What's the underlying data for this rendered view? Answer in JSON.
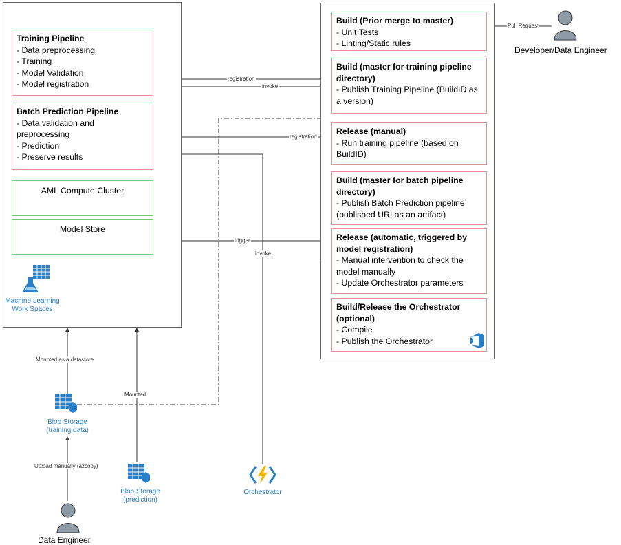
{
  "aml": {
    "training_pipeline": {
      "title": "Training Pipeline",
      "items": [
        "- Data preprocessing",
        "- Training",
        "- Model Validation",
        "- Model registration"
      ]
    },
    "batch_pipeline": {
      "title": "Batch Prediction Pipeline",
      "items": [
        "- Data validation and",
        "preprocessing",
        "- Prediction",
        "- Preserve results"
      ]
    },
    "compute_cluster": "AML Compute Cluster",
    "model_store": "Model Store",
    "workspace_label_1": "Machine Learning",
    "workspace_label_2": "Work Spaces"
  },
  "devops": {
    "build_prior": {
      "title": "Build (Prior merge to master)",
      "items": [
        "- Unit Tests",
        "- Linting/Static rules"
      ]
    },
    "build_training": {
      "title_1": "Build (master for training pipeline",
      "title_2": "directory)",
      "items": [
        "- Publish Training Pipeline (BuildID as",
        "a version)"
      ]
    },
    "release_manual": {
      "title": "Release (manual)",
      "items": [
        "- Run training pipeline (based on",
        "BuildID)"
      ]
    },
    "build_batch": {
      "title_1": "Build (master for batch pipeline",
      "title_2": "directory)",
      "items": [
        "- Publish Batch Prediction pipeline",
        "(published URI as an artifact)"
      ]
    },
    "release_auto": {
      "title_1": "Release (automatic, triggered by",
      "title_2": "model registration)",
      "items": [
        "- Manual intervention to check the",
        "model manually",
        "- Update Orchestrator parameters"
      ]
    },
    "build_orch": {
      "title_1": "Build/Release the Orchestrator",
      "title_2": "(optional)",
      "items": [
        "- Compile",
        "- Publish the Orchestrator"
      ]
    }
  },
  "connectors": {
    "pull_request": "Pull Request",
    "registration_1": "registration",
    "invoke_1": "invoke",
    "registration_2": "registration",
    "trigger": "trigger",
    "invoke_2": "invoke",
    "mounted_datastore": "Mounted as a datastore",
    "mounted": "Mounted",
    "upload_manually": "Upload manually (azcopy)"
  },
  "actors": {
    "developer": "Developer/Data Engineer",
    "data_engineer": "Data Engineer"
  },
  "storage": {
    "training_1": "Blob Storage",
    "training_2": "(training data)",
    "prediction_1": "Blob Storage",
    "prediction_2": "(prediction)",
    "orchestrator": "Orchestrator"
  },
  "colors": {
    "box_border_red": "#d9958f",
    "box_border_green": "#7dc47d",
    "azure_blue": "#2a7fc8",
    "person_grey": "#8e9aa6"
  }
}
